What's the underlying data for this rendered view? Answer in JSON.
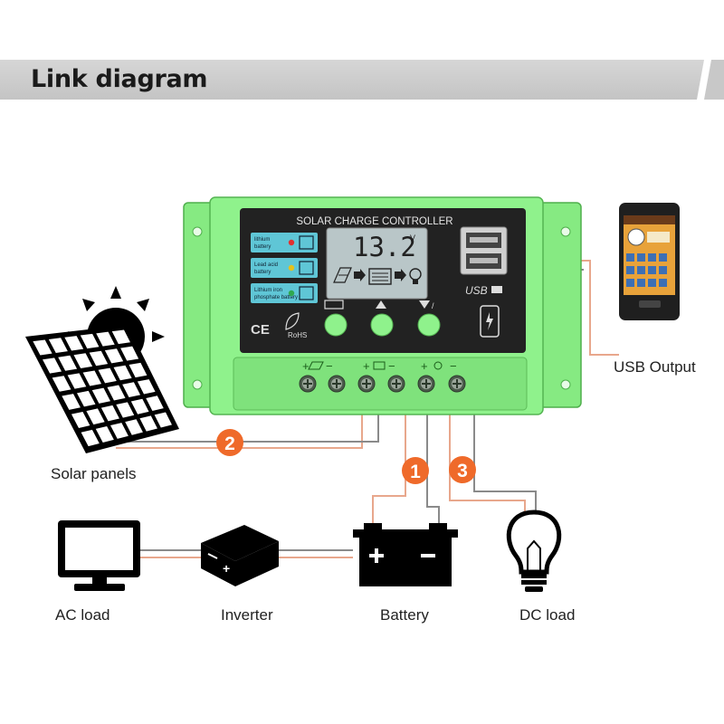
{
  "header": {
    "title": "Link diagram"
  },
  "controller": {
    "title": "SOLAR CHARGE CONTROLLER",
    "voltage": "13.2",
    "voltage_unit": "V",
    "usb_label": "USB",
    "battery_types": [
      {
        "text": "lithium battery",
        "line1": "lithium",
        "line2": "battery",
        "color": "#e2302f"
      },
      {
        "text": "Lead acid battery",
        "line1": "Lead acid",
        "line2": "battery",
        "color": "#e6c21a"
      },
      {
        "text": "Lithium iron phosphate battery",
        "line1": "Lithium iron",
        "line2": "phosphate battery",
        "color": "#2fa84f"
      }
    ],
    "cert_ce": "CE",
    "cert_rohs": "RoHS",
    "accent_color": "#8ff28c",
    "panel_color": "#222222"
  },
  "connections": {
    "battery_number": "1",
    "solar_number": "2",
    "load_number": "3",
    "badge_color": "#ef6a2a"
  },
  "components": {
    "solar": "Solar panels",
    "usb": "USB Output",
    "ac_load": "AC load",
    "inverter": "Inverter",
    "battery": "Battery",
    "dc_load": "DC load"
  }
}
